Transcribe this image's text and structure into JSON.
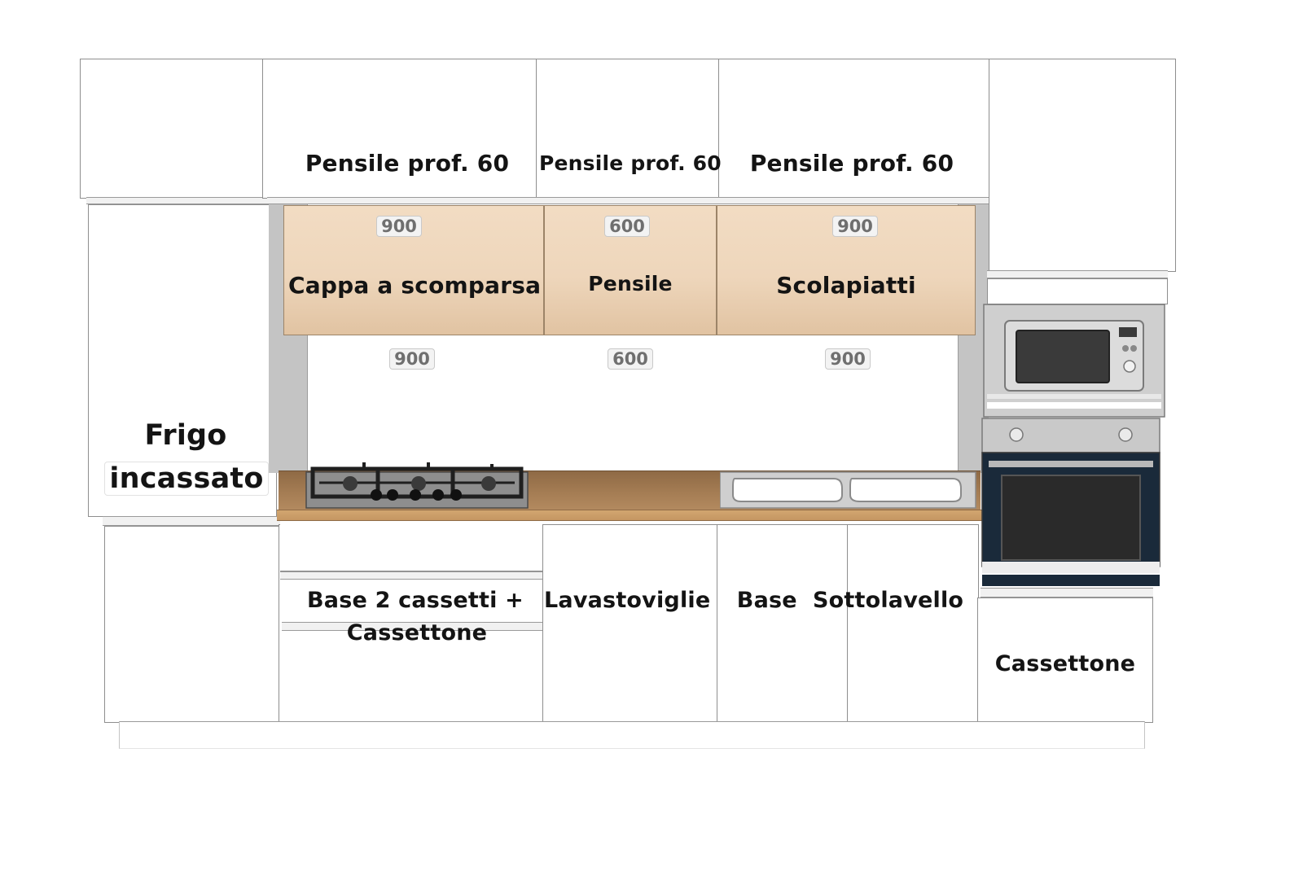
{
  "labels": {
    "upper_left": "Pensile prof. 60",
    "upper_mid": "Pensile prof. 60",
    "upper_right": "Pensile prof. 60",
    "hood": "Cappa a scomparsa",
    "wall_mid": "Pensile",
    "dish_rack": "Scolapiatti",
    "fridge_line1": "Frigo",
    "fridge_line2": "incassato",
    "base_drawers_line1": "Base 2 cassetti +",
    "base_drawers_line2": "Cassettone",
    "dishwasher": "Lavastoviglie",
    "sink_base": "Base  Sottolavello",
    "oven_drawer": "Cassettone"
  },
  "dimensions": {
    "upper": [
      "900",
      "600",
      "900"
    ],
    "lower": [
      "900",
      "600",
      "900"
    ]
  },
  "colors": {
    "cabinet": "#ffffff",
    "wall_cabinets": "#eed6bb",
    "worktop": "#a0784f",
    "steel": "#c9c9c9",
    "outline": "#8e8e8e"
  },
  "icons": {
    "hob": "gas-hob-icon",
    "sink": "double-sink-icon",
    "microwave": "microwave-icon",
    "oven": "oven-icon"
  }
}
